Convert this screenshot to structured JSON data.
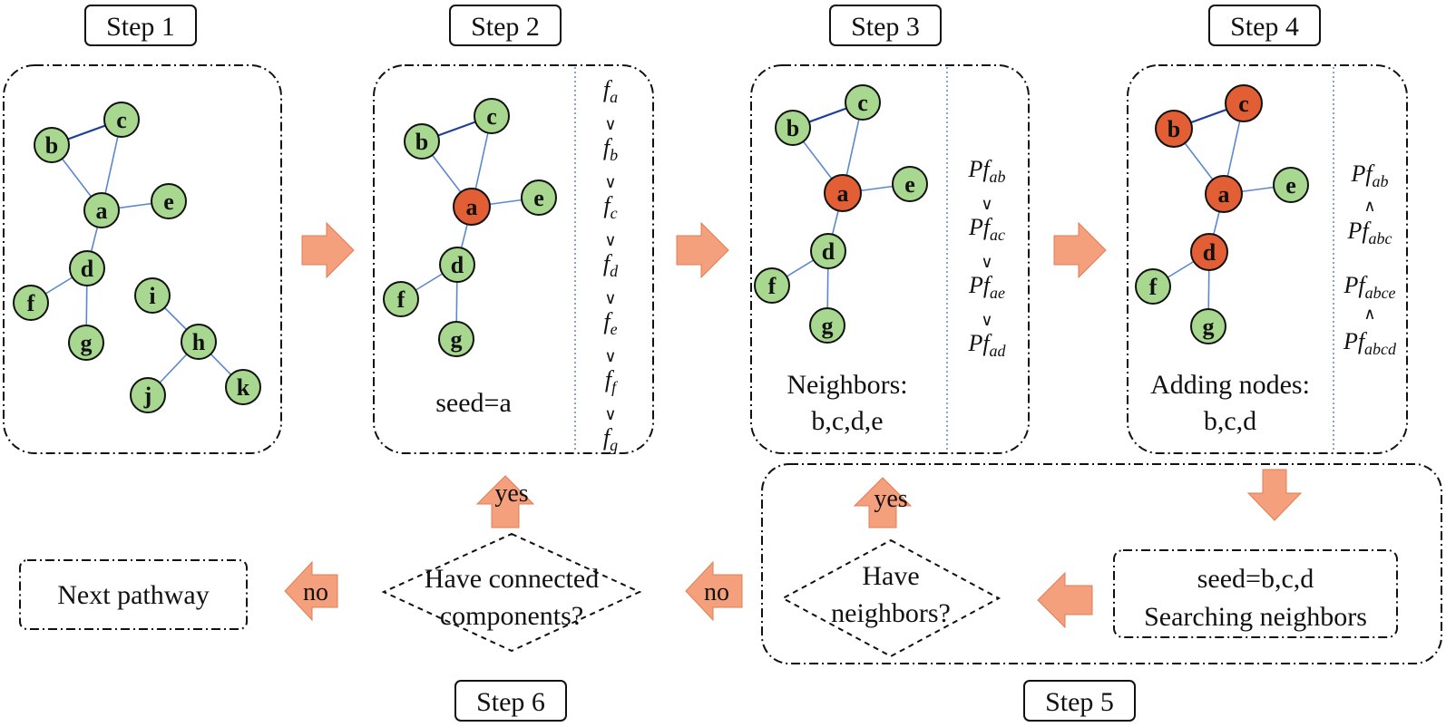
{
  "steps": [
    "Step 1",
    "Step 2",
    "Step 3",
    "Step 4",
    "Step 5",
    "Step 6"
  ],
  "node_labels": [
    "a",
    "b",
    "c",
    "d",
    "e",
    "f",
    "g",
    "h",
    "i",
    "j",
    "k"
  ],
  "colors": {
    "unselected_node": "#a8d890",
    "selected_node": "#e25f35",
    "arrow": "#f5a07c",
    "edge": "#5b87d0"
  },
  "step2": {
    "caption": "seed=a",
    "formula": [
      "f|a",
      "∨",
      "f|b",
      "∨",
      "f|c",
      "∨",
      "f|d",
      "∨",
      "f|e",
      "∨",
      "f|f",
      "∨",
      "f|g"
    ]
  },
  "step3": {
    "caption_line1": "Neighbors:",
    "caption_line2": "b,c,d,e",
    "formula": [
      "Pf|ab",
      "∨",
      "Pf|ac",
      "∨",
      "Pf|ae",
      "∨",
      "Pf|ad"
    ]
  },
  "step4": {
    "caption_line1": "Adding nodes:",
    "caption_line2": "b,c,d",
    "formula": [
      "Pf|ab",
      "∧",
      "Pf|abc",
      "Pf|abce",
      "∧",
      "Pf|abcd"
    ]
  },
  "step5": {
    "search_line1": "seed=b,c,d",
    "search_line2": "Searching neighbors",
    "decision_line1": "Have",
    "decision_line2": "neighbors?"
  },
  "step6": {
    "decision_line1": "Have connected",
    "decision_line2": "components?",
    "end_label": "Next pathway"
  },
  "labels": {
    "yes": "yes",
    "no": "no"
  }
}
